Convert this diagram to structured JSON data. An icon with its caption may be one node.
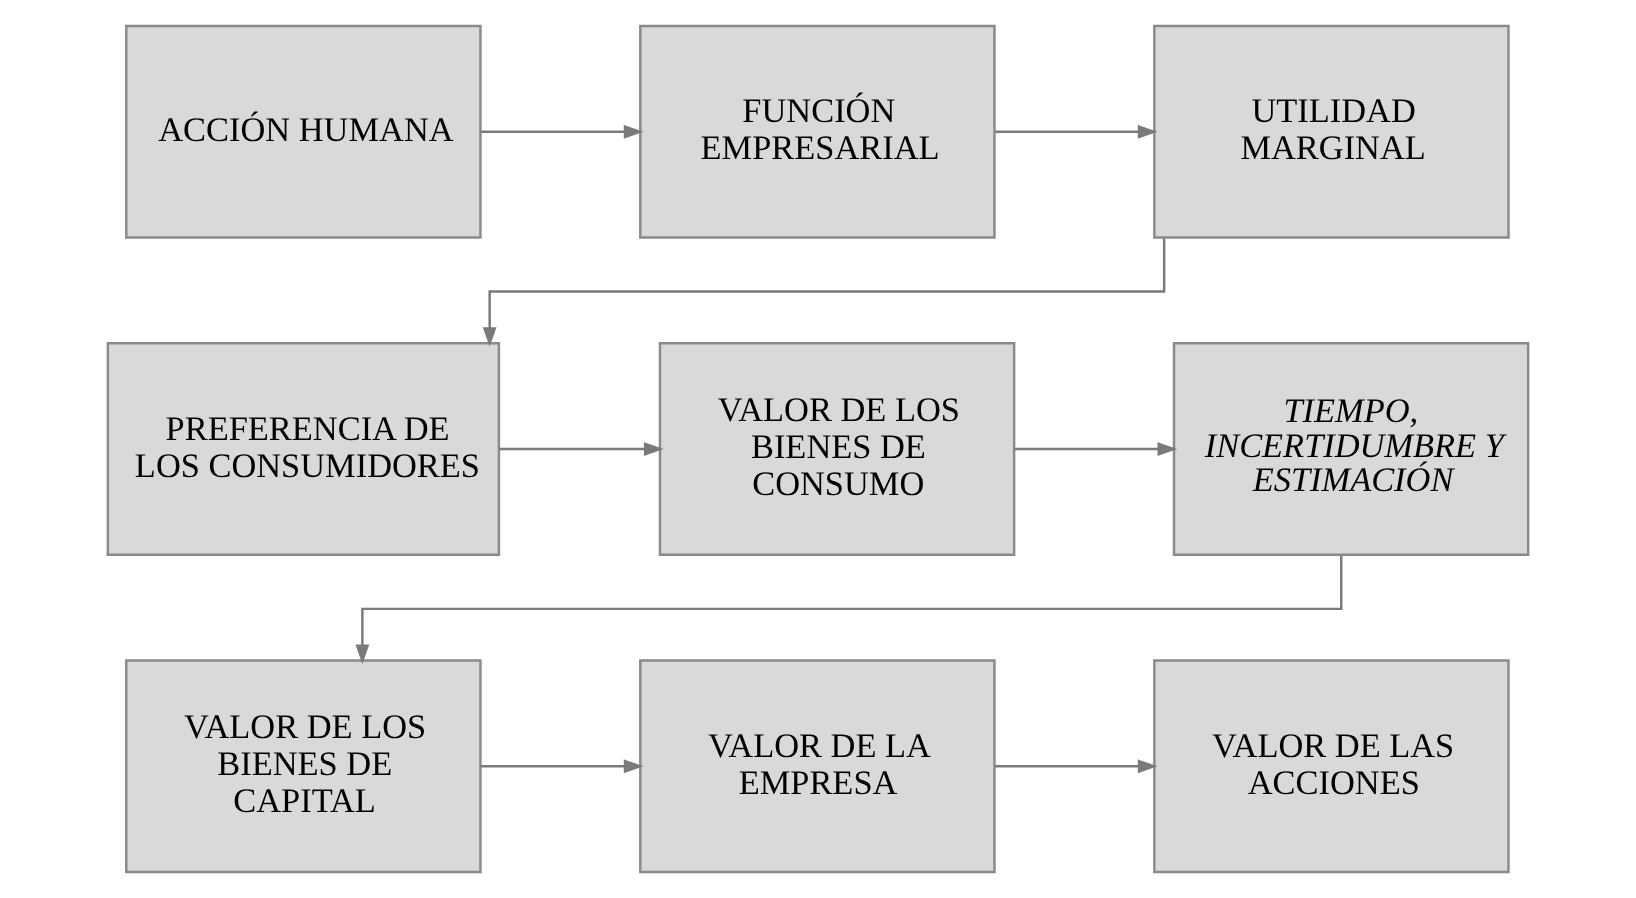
{
  "diagram": {
    "nodes": [
      {
        "text": [
          "ACCIÓN HUMANA"
        ]
      },
      {
        "text": [
          "FUNCIÓN EMPRESARIAL"
        ]
      },
      {
        "text": [
          "UTILIDAD MARGINAL"
        ]
      },
      {
        "text": [
          "PREFERENCIA DE LOS CONSUMIDORES"
        ]
      },
      {
        "text": [
          "VALOR DE LOS BIENES DE CONSUMO"
        ]
      },
      {
        "text": [
          "TIEMPO, INCERTIDUMBRE Y ESTIMACIÓN"
        ]
      },
      {
        "text": [
          "VALOR DE LOS BIENES DE CAPITAL"
        ]
      },
      {
        "text": [
          "VALOR DE LA EMPRESA"
        ]
      },
      {
        "text": [
          "VALOR DE LAS ACCIONES"
        ]
      }
    ],
    "edges": [
      {
        "from": 0,
        "to": 1,
        "arrow": "to"
      },
      {
        "from": 1,
        "to": 2,
        "arrow": "to"
      },
      {
        "from": 2,
        "to": 3,
        "arrow": "to"
      },
      {
        "from": 3,
        "to": 4,
        "arrow": "to"
      },
      {
        "from": 4,
        "to": 5,
        "arrow": "to"
      },
      {
        "from": 5,
        "to": 6,
        "arrow": "to"
      },
      {
        "from": 6,
        "to": 7,
        "arrow": "to"
      },
      {
        "from": 7,
        "to": 8,
        "arrow": "to"
      }
    ]
  }
}
